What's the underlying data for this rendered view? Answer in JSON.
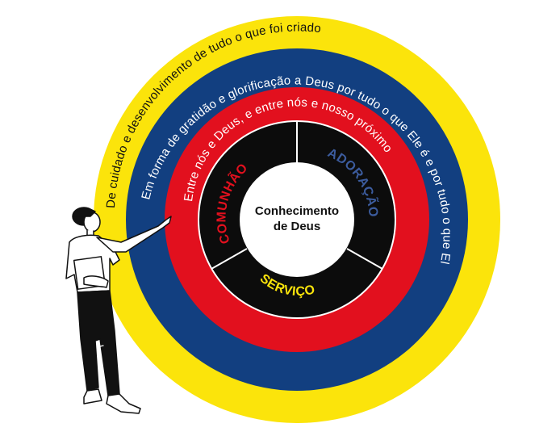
{
  "rings": {
    "outer_text": "De cuidado e desenvolvimento de tudo o que foi criado",
    "blue_text": "Em forma de gratidão e glorificação a Deus por tudo o que Ele é e por tudo o que Ele criou",
    "red_text": "Entre nós e Deus, e entre nós e nosso próximo"
  },
  "segments": {
    "comunhao": "COMUNHÃO",
    "adoracao": "ADORAÇÃO",
    "servico": "SERVIÇO"
  },
  "center": {
    "line1": "Conhecimento",
    "line2": "de Deus"
  },
  "colors": {
    "yellow": "#FBE40B",
    "blue": "#123F80",
    "red": "#E2101E",
    "black": "#0C0C0C",
    "comunhao_label": "#E2101E",
    "adoracao_label": "#3C5C9E",
    "servico_label": "#FBE40B"
  },
  "illustration": "person-presenting-icon"
}
